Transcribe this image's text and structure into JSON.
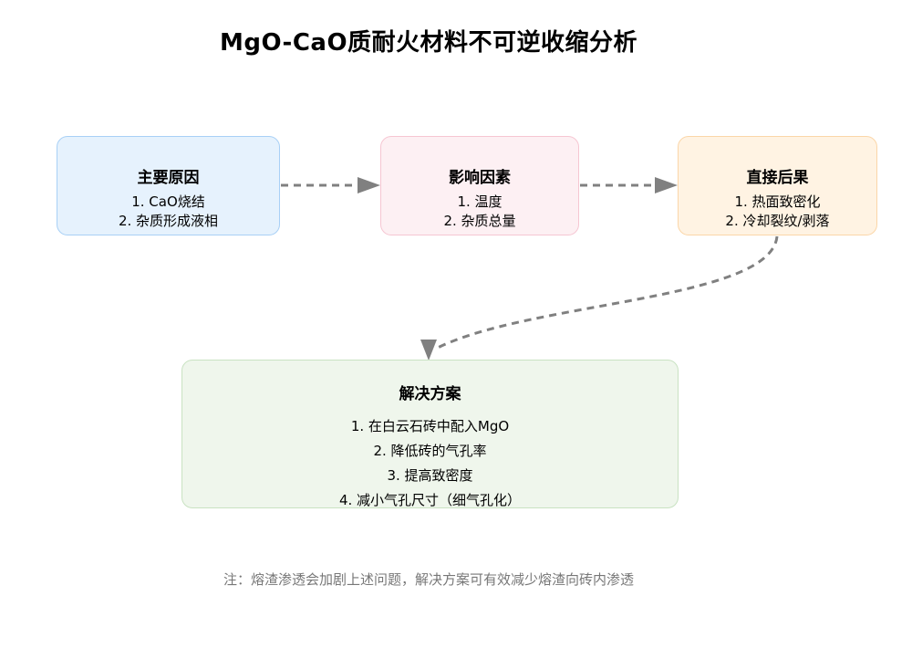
{
  "title": "MgO-CaO质耐火材料不可逆收缩分析",
  "colors": {
    "cause_fill": "#e6f2fd",
    "cause_border": "#a8d0f6",
    "factor_fill": "#fdf0f3",
    "factor_border": "#f6c6d2",
    "effect_fill": "#fff3e3",
    "effect_border": "#fbd6a8",
    "solution_fill": "#eff6ec",
    "solution_border": "#c9e2c2",
    "arrow": "#808080"
  },
  "boxes": {
    "cause": {
      "heading": "主要原因",
      "lines": [
        "1. CaO烧结",
        "2. 杂质形成液相"
      ]
    },
    "factor": {
      "heading": "影响因素",
      "lines": [
        "1. 温度",
        "2. 杂质总量"
      ]
    },
    "effect": {
      "heading": "直接后果",
      "lines": [
        "1. 热面致密化",
        "2. 冷却裂纹/剥落"
      ]
    },
    "solution": {
      "heading": "解决方案",
      "lines": [
        "1. 在白云石砖中配入MgO",
        "2. 降低砖的气孔率",
        "3. 提高致密度",
        "4. 减小气孔尺寸（细气孔化）"
      ]
    }
  },
  "note": "注：熔渣渗透会加剧上述问题，解决方案可有效减少熔渣向砖内渗透"
}
